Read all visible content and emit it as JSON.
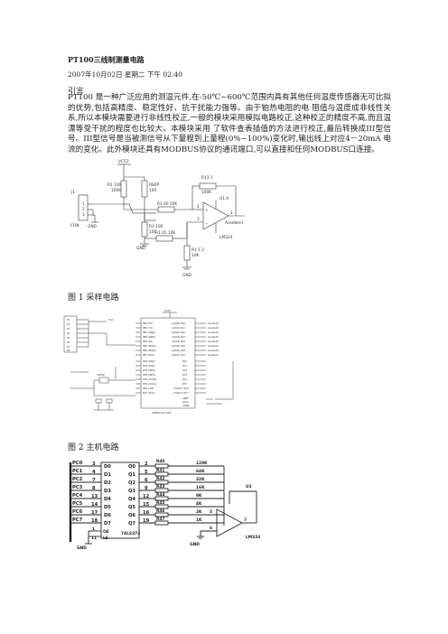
{
  "article": {
    "title": "PT100三线制测量电路",
    "meta": "2007年10月02日 星期二 下午 02:40",
    "heading": "引言",
    "body": "PT100 是一种广泛应用的测温元件,在-50℃~600℃范围内具有其他任何温度传感器无可比拟的优势,包括高精度、稳定性好、抗干扰能力强等。由于铂热电阻的电 阻值与温度成非线性关系,所以本模块需要进行非线性校正,一般的模块采用模拟电路校正,这种校正的精度不高,而且温漂等受干扰的程度也比较大。本模块采用 了软件查表插值的方法进行校正,最后转换成III型信号。III型信号是当被测信号从下量程到上量程(0%~100%)变化时,输出线上对应4－20mA 电流的变化。此外模块还具有MODBUS协议的通讯端口,可以直接和任何MODBUS口连接。"
  },
  "captions": {
    "fig1": "图 1  采样电路",
    "fig2": "图 2  主机电路"
  },
  "fig1": {
    "vcc": "VCC2",
    "j1": "J1",
    "pins": [
      "1",
      "2",
      "3"
    ],
    "con": "CON",
    "gnd_left": "GND",
    "gnd_mid": "GND",
    "gnd_bottom": "GND",
    "r1": [
      "R1 100",
      "100K"
    ],
    "r2": [
      "R80P",
      "100"
    ],
    "r3": [
      "R3 100",
      "100"
    ],
    "r_in1": "R1 00 10K",
    "r_in2": "R1 01 10K",
    "r_fb": [
      "R13 1",
      "100K"
    ],
    "r_gnd": [
      "R1 1 2",
      "10K"
    ],
    "opamp_name": "U1 A",
    "opamp_plus": "+",
    "opamp_minus": "−",
    "pin2": "2",
    "pin3": "3",
    "pin1": "1",
    "out": "Acedleml",
    "part": "LM324"
  },
  "fig2": {
    "vcc": "VCC2",
    "left_pins": [
      "P1",
      "P2",
      "P3",
      "P4",
      "P5",
      "P6",
      "P7",
      "P8"
    ],
    "left_vcc": "VCC",
    "chip": "ATMEGA16 (DIP)",
    "xtal": "8MHZ",
    "pins_left": [
      "PB0 (T0)",
      "PB1 (T1)",
      "PB2 (AIN0)",
      "PB3 (AIN1)",
      "PB4 (SS)",
      "PB5 (MOSI)",
      "PB6 (MISO)",
      "PB7 (SCK)",
      "PD0 (RXD)",
      "PD1 (TXD)",
      "PD2 (INT0)",
      "PD3 (INT1)",
      "PD4 (OC1B)",
      "PD5 (OC1A)",
      "PD6 (ICP)",
      "PD7 (OC2)"
    ],
    "pins_right": [
      "(ADC0) PA0",
      "(ADC1) PA1",
      "(ADC2) PA2",
      "(ADC3) PA3",
      "(ADC4) PA4",
      "(ADC5) PA5",
      "(ADC6) PA6",
      "(ADC7) PA7",
      "PC0",
      "PC1",
      "PC2",
      "PC3",
      "PC4",
      "PC5",
      "(TOSC1) PC6",
      "(TOSC2) PC7"
    ],
    "sigs": [
      "Acedleml",
      "Acedleml",
      "Acedleml",
      "Acedleml",
      "Acedleml",
      "Acedleml",
      "Acedleml",
      "Acedleml"
    ],
    "aref": [
      "AREF",
      "AVCC",
      "AGND"
    ]
  },
  "fig3": {
    "in_labels": [
      "PC0",
      "PC1",
      "PC2",
      "PC3",
      "PC4",
      "PC5",
      "PC6",
      "PC7"
    ],
    "d_labels": [
      "D0",
      "D1",
      "D2",
      "D3",
      "D4",
      "D5",
      "D6",
      "D7"
    ],
    "d_pins": [
      "3",
      "4",
      "7",
      "8",
      "13",
      "14",
      "17",
      "18"
    ],
    "q_labels": [
      "Q0",
      "Q1",
      "Q2",
      "Q3",
      "Q4",
      "Q5",
      "Q6",
      "Q7"
    ],
    "q_pins": [
      "2",
      "5",
      "6",
      "9",
      "12",
      "15",
      "16",
      "19"
    ],
    "r_names": [
      "R40",
      "R41",
      "R42",
      "R43",
      "R44",
      "R45",
      "R46",
      "R47"
    ],
    "r_vals": [
      "128K",
      "64K",
      "32K",
      "16K",
      "8K",
      "4K",
      "2K",
      "1K"
    ],
    "oe_pin": "1",
    "le_pin": "11",
    "oe": "OE",
    "le": "LE",
    "chip": "74LS373",
    "gnd": "GND",
    "u2": "U2",
    "pin5": "5",
    "pin6": "6",
    "pin7": "7",
    "opamp_part": "LM324",
    "gnd2": "GND"
  }
}
